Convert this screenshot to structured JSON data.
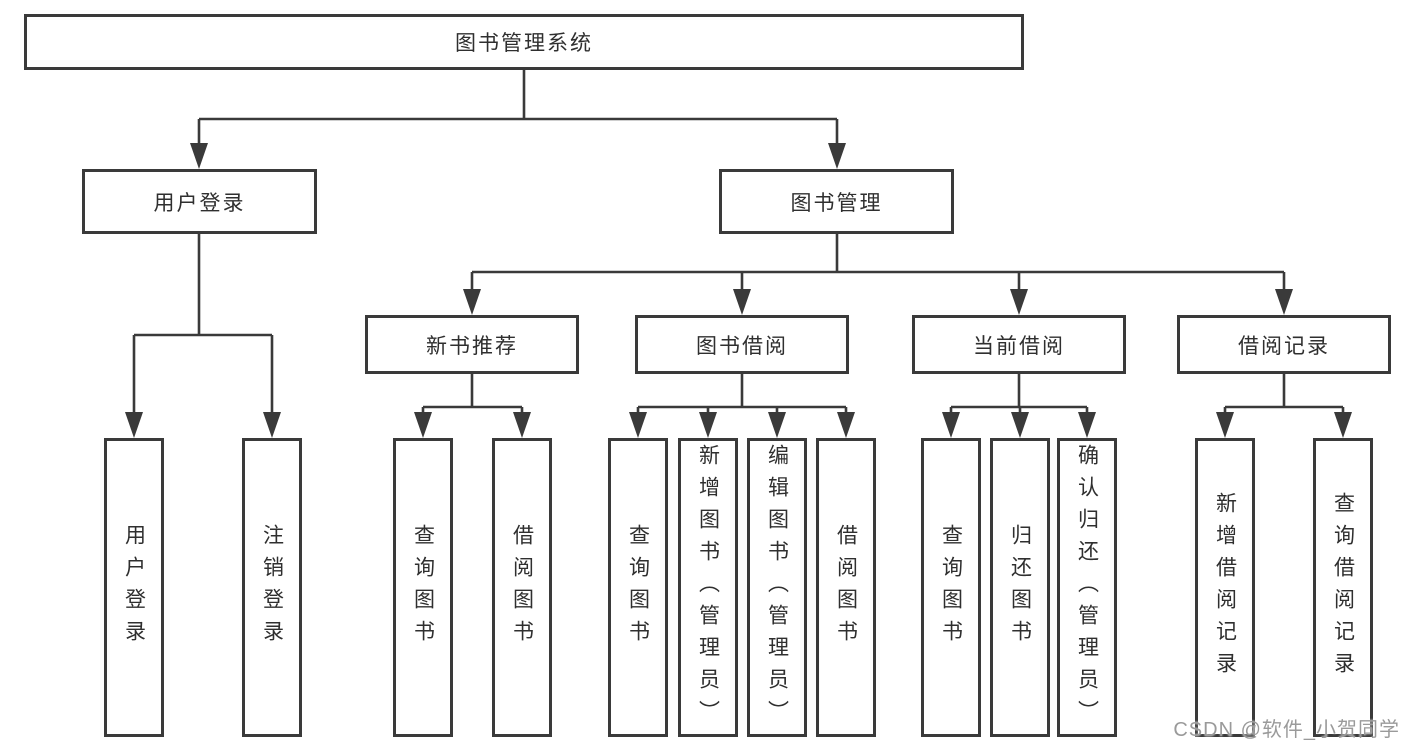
{
  "diagram": {
    "type": "hierarchy-tree",
    "watermark": "CSDN @软件_小贺同学",
    "colors": {
      "background": "#ffffff",
      "line": "#3a3a3a",
      "box_border": "#3a3a3a",
      "text": "#2f2f2f",
      "watermark": "#9a9a9a"
    },
    "tree": {
      "label": "图书管理系统",
      "children": [
        {
          "label": "用户登录",
          "children": [
            {
              "label": "用户登录"
            },
            {
              "label": "注销登录"
            }
          ]
        },
        {
          "label": "图书管理",
          "children": [
            {
              "label": "新书推荐",
              "children": [
                {
                  "label": "查询图书"
                },
                {
                  "label": "借阅图书"
                }
              ]
            },
            {
              "label": "图书借阅",
              "children": [
                {
                  "label": "查询图书"
                },
                {
                  "label": "新增图书（管理员）"
                },
                {
                  "label": "编辑图书（管理员）"
                },
                {
                  "label": "借阅图书"
                }
              ]
            },
            {
              "label": "当前借阅",
              "children": [
                {
                  "label": "查询图书"
                },
                {
                  "label": "归还图书"
                },
                {
                  "label": "确认归还（管理员）"
                }
              ]
            },
            {
              "label": "借阅记录",
              "children": [
                {
                  "label": "新增借阅记录"
                },
                {
                  "label": "查询借阅记录"
                }
              ]
            }
          ]
        }
      ]
    }
  }
}
